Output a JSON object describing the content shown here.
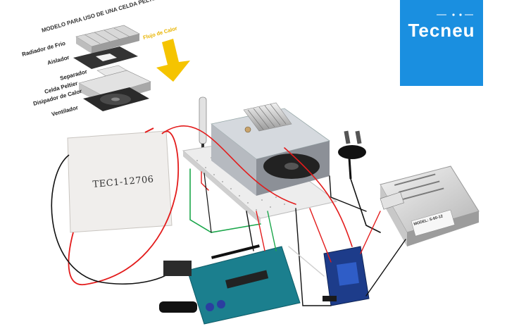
{
  "logo": {
    "text": "Tecneu",
    "background": "#1a8fe0"
  },
  "peltier_model": {
    "title": "MODELO PARA USO DE UNA CELDA PELTIER",
    "flow_label": "Flujo de Calor",
    "layers": [
      "Radiador de Frio",
      "Aislador",
      "Separador",
      "Celda Peltier",
      "Disipador de Calor",
      "Ventilador"
    ]
  },
  "tec_module": {
    "label": "TEC1-12706"
  },
  "power_supply": {
    "label": "MODEL: S-60-12"
  },
  "colors": {
    "wire_red": "#e31b1b",
    "wire_black": "#111111",
    "wire_green": "#1aa64a",
    "arrow_yellow": "#f5c400",
    "arduino_teal": "#1b7f8e",
    "relay_blue": "#1d3c8a"
  }
}
